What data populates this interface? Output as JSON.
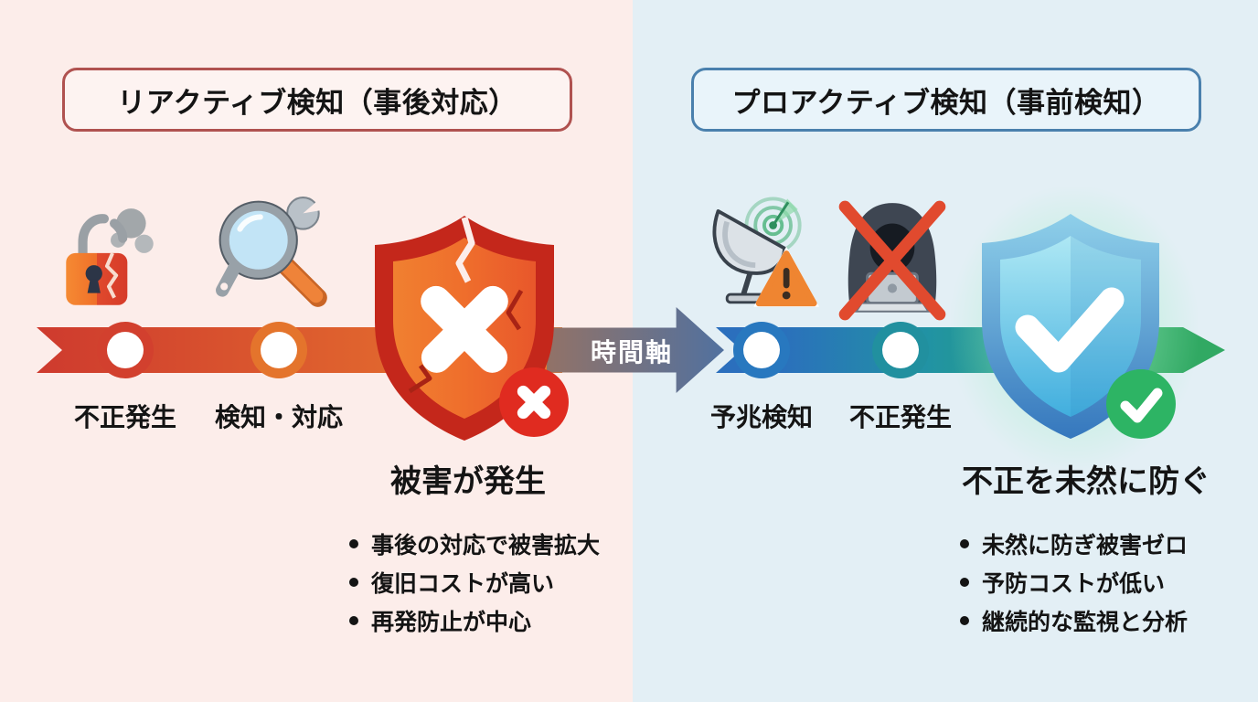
{
  "left": {
    "title": "リアクティブ検知（事後対応）",
    "node_labels": [
      "不正発生",
      "検知・対応"
    ],
    "heading": "被害が発生",
    "bullets": [
      "事後の対応で被害拡大",
      "復旧コストが高い",
      "再発防止が中心"
    ],
    "icons": [
      "broken-lock-icon",
      "magnifier-wrench-icon",
      "broken-shield-x-icon",
      "error-x-badge-icon"
    ]
  },
  "right": {
    "title": "プロアクティブ検知（事前検知）",
    "node_labels": [
      "予兆検知",
      "不正発生"
    ],
    "heading": "不正を未然に防ぐ",
    "bullets": [
      "未然に防ぎ被害ゼロ",
      "予防コストが低い",
      "継続的な監視と分析"
    ],
    "icons": [
      "radar-alert-icon",
      "blocked-hacker-icon",
      "shield-check-icon",
      "success-check-badge-icon"
    ]
  },
  "timeline": {
    "axis_label": "時間軸"
  },
  "colors": {
    "bg_left": "#fcedea",
    "bg_right": "#e3eff5",
    "title_border_left": "#b05250",
    "title_border_right": "#4a80ad",
    "band_red_start": "#ce3a2e",
    "band_red_end": "#ea7c2e",
    "arrow_gray_start": "#927267",
    "arrow_gray_end": "#51719f",
    "band_blue_start": "#2b6fbd",
    "band_teal": "#2193a3",
    "band_green": "#31a963",
    "ring_1": "#d2402e",
    "ring_2": "#e4742c",
    "ring_3": "#2878bf",
    "ring_4": "#21909f",
    "text": "#141414"
  }
}
